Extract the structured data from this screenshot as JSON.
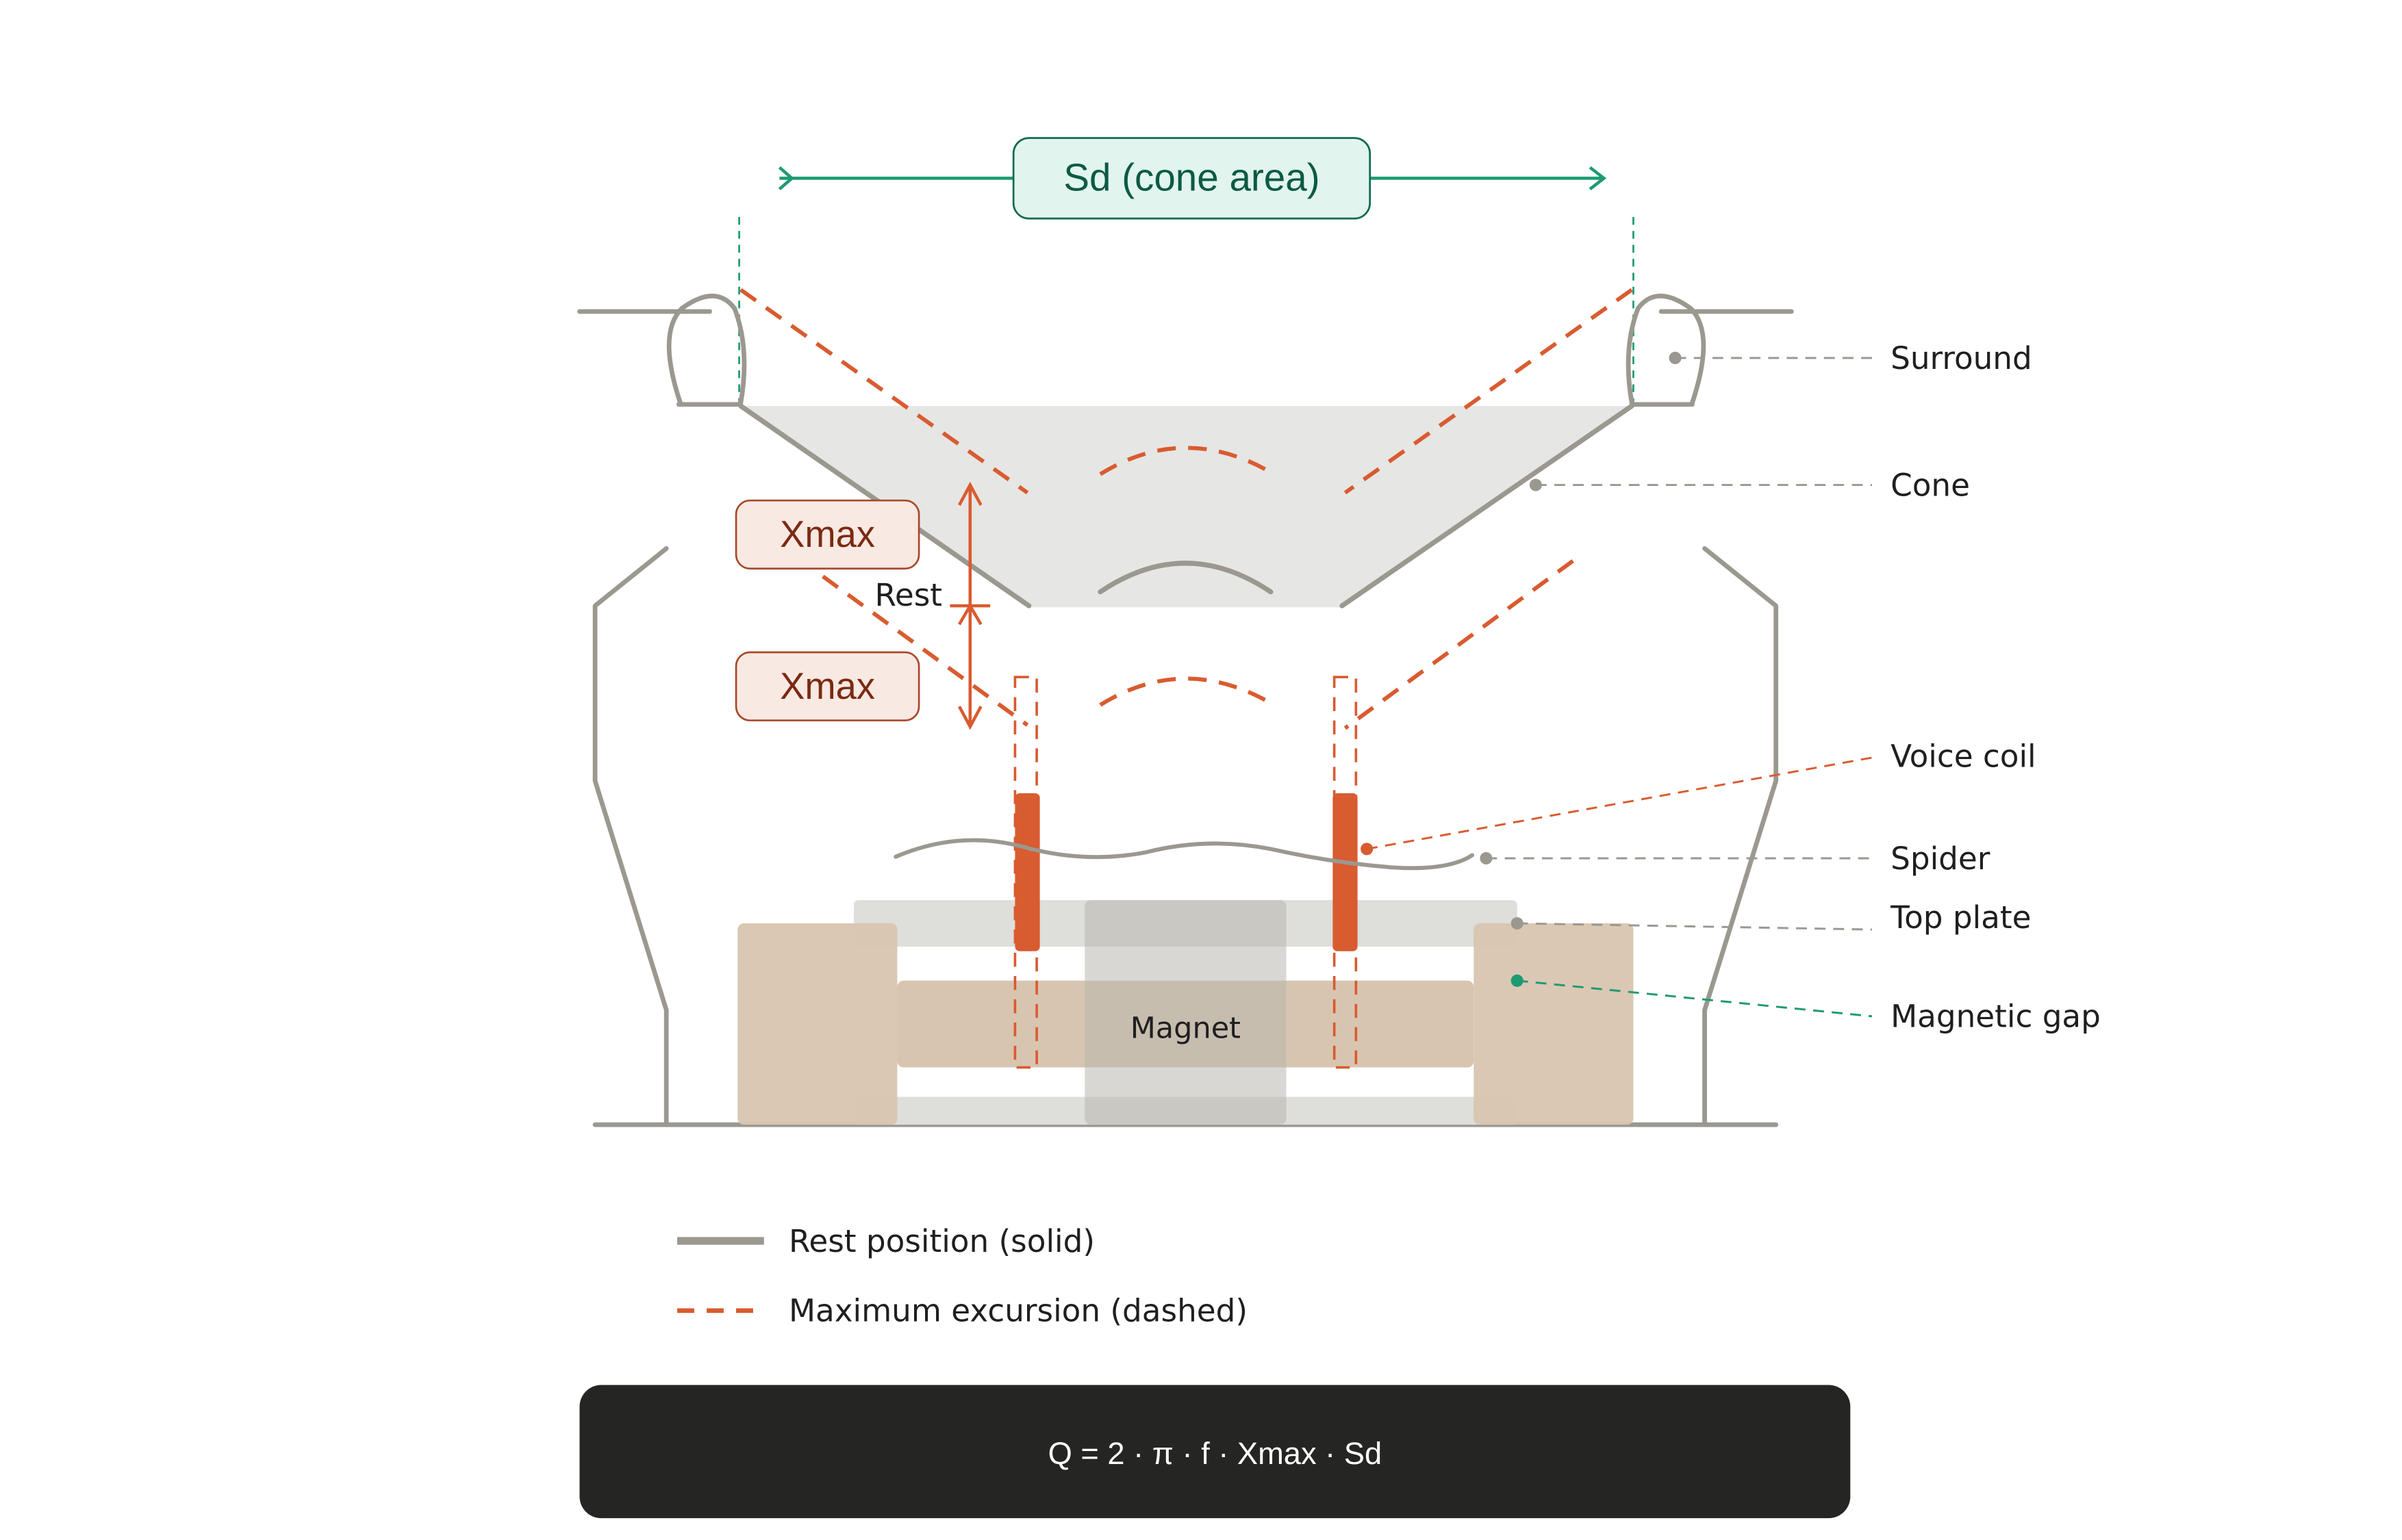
{
  "diagram": {
    "title": "Loudspeaker driver cross-section: rest vs maximum excursion",
    "colors": {
      "rest_stroke": "#9b9890",
      "excursion": "#d95b30",
      "accent_green": "#1e9a73",
      "sd_box_fill": "#e2f4ee",
      "sd_box_text": "#0b5a44",
      "xmax_box_fill": "#f9e9e3",
      "xmax_box_text": "#7a2a12",
      "cone_fill": "#e6e6e4",
      "plate_fill": "#dededa",
      "magnet_fill": "#d8c5b0",
      "formula_bg": "#252523"
    },
    "sd_label": "Sd (cone area)",
    "xmax_upper_label": "Xmax",
    "xmax_lower_label": "Xmax",
    "rest_label": "Rest",
    "magnet_label": "Magnet",
    "callouts": [
      {
        "id": "surround",
        "label": "Surround",
        "color": "#9b9890"
      },
      {
        "id": "cone",
        "label": "Cone",
        "color": "#9b9890"
      },
      {
        "id": "voice-coil",
        "label": "Voice coil",
        "color": "#d95b30"
      },
      {
        "id": "spider",
        "label": "Spider",
        "color": "#9b9890"
      },
      {
        "id": "top-plate",
        "label": "Top plate",
        "color": "#9b9890"
      },
      {
        "id": "magnetic-gap",
        "label": "Magnetic gap",
        "color": "#1e9a73"
      }
    ],
    "legend": [
      {
        "style": "solid",
        "label": "Rest position (solid)"
      },
      {
        "style": "dashed",
        "label": "Maximum excursion (dashed)"
      }
    ],
    "formula": "Q = 2 ·  π  · f · Xmax · Sd"
  }
}
